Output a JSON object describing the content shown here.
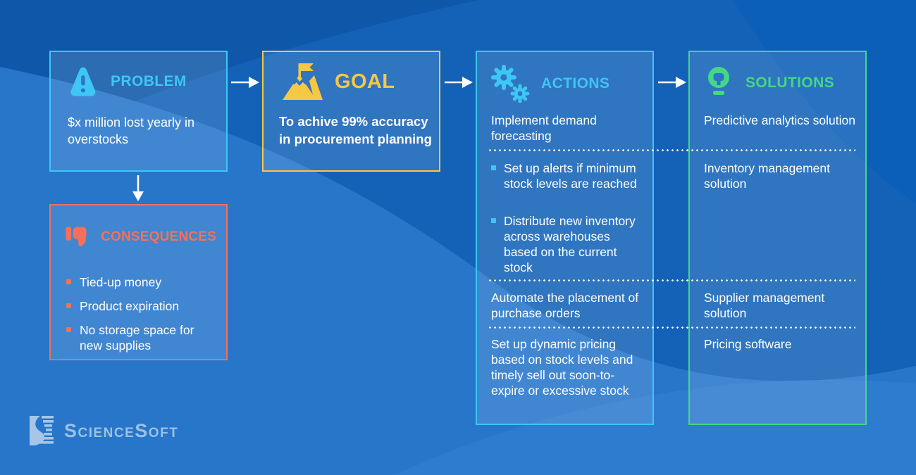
{
  "problem": {
    "title": "PROBLEM",
    "icon": "warning-icon",
    "body": "$x million lost yearly in overstocks"
  },
  "goal": {
    "title": "GOAL",
    "icon": "mountain-flag-icon",
    "body": "To achive 99% accuracy in procurement planning"
  },
  "actions": {
    "title": "ACTIONS",
    "icon": "gears-icon",
    "step1": "Implement demand forecasting",
    "step2_bullets": [
      "Set up alerts if minimum stock levels are reached",
      "Distribute new inventory across warehouses based on the current stock"
    ],
    "step3": "Automate the placement of purchase orders",
    "step4": "Set up dynamic pricing based on stock levels and timely sell out soon-to-expire or excessive stock"
  },
  "solutions": {
    "title": "SOLUTIONS",
    "icon": "lightbulb-icon",
    "items": [
      "Predictive analytics solution",
      "Inventory management solution",
      "Supplier management solution",
      "Pricing software"
    ]
  },
  "consequences": {
    "title": "CONSEQUENCES",
    "icon": "thumbs-down-icon",
    "bullets": [
      "Tied-up money",
      "Product expiration",
      "No storage space for new supplies"
    ]
  },
  "logo": {
    "text": "ScienceSoft"
  },
  "colors": {
    "background": "#1462B8",
    "accent_problem": "#3EC6F4",
    "accent_goal": "#F7C843",
    "accent_actions": "#3EC6F4",
    "accent_solutions": "#43D787",
    "accent_consequences": "#F5705C",
    "body_text": "#FFFFFF",
    "logo": "#9CC0E4"
  }
}
